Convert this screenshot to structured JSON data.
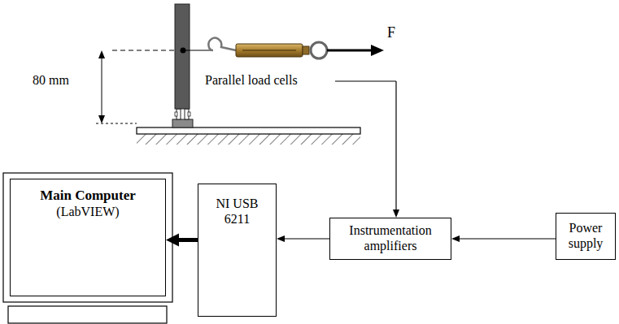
{
  "diagram": {
    "nodes": [
      {
        "text": [
          "Main Computer",
          "(LabVIEW)"
        ]
      },
      {
        "text": [
          "NI USB 6211"
        ]
      },
      {
        "text": [
          "Instrumentation amplifiers"
        ]
      },
      {
        "text": [
          "Power supply"
        ]
      }
    ],
    "edges": [
      {
        "from": 3,
        "to": 2,
        "arrow": "to"
      },
      {
        "from": 2,
        "to": 1,
        "arrow": "to"
      },
      {
        "from": 1,
        "to": 0,
        "arrow": "to"
      }
    ],
    "labels": [
      "80 mm",
      "F",
      "Parallel load cells"
    ]
  }
}
